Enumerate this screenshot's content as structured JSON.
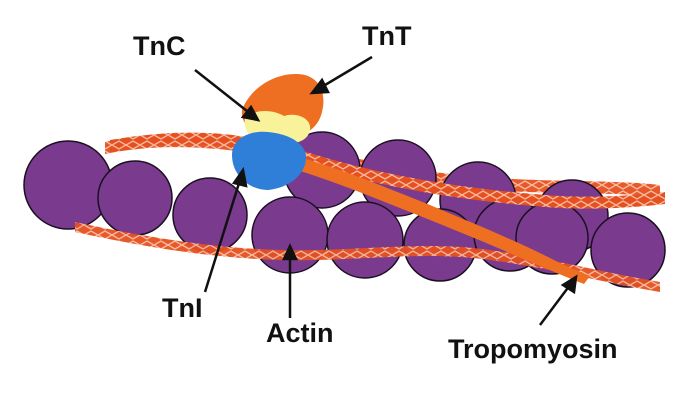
{
  "labels": {
    "tnc": "TnC",
    "tnt": "TnT",
    "tni": "TnI",
    "actin": "Actin",
    "tropomyosin": "Tropomyosin"
  },
  "colors": {
    "background": "#ffffff",
    "actin": "#7a3b8f",
    "actin_outline": "#1a1020",
    "tropomyosin": "#e6501e",
    "tropomyosin_pattern": "#f6b8a0",
    "tnt": "#ef6f22",
    "tnc": "#f8f29a",
    "tni": "#2f7fd8",
    "arrow": "#111111",
    "label": "#111111"
  }
}
